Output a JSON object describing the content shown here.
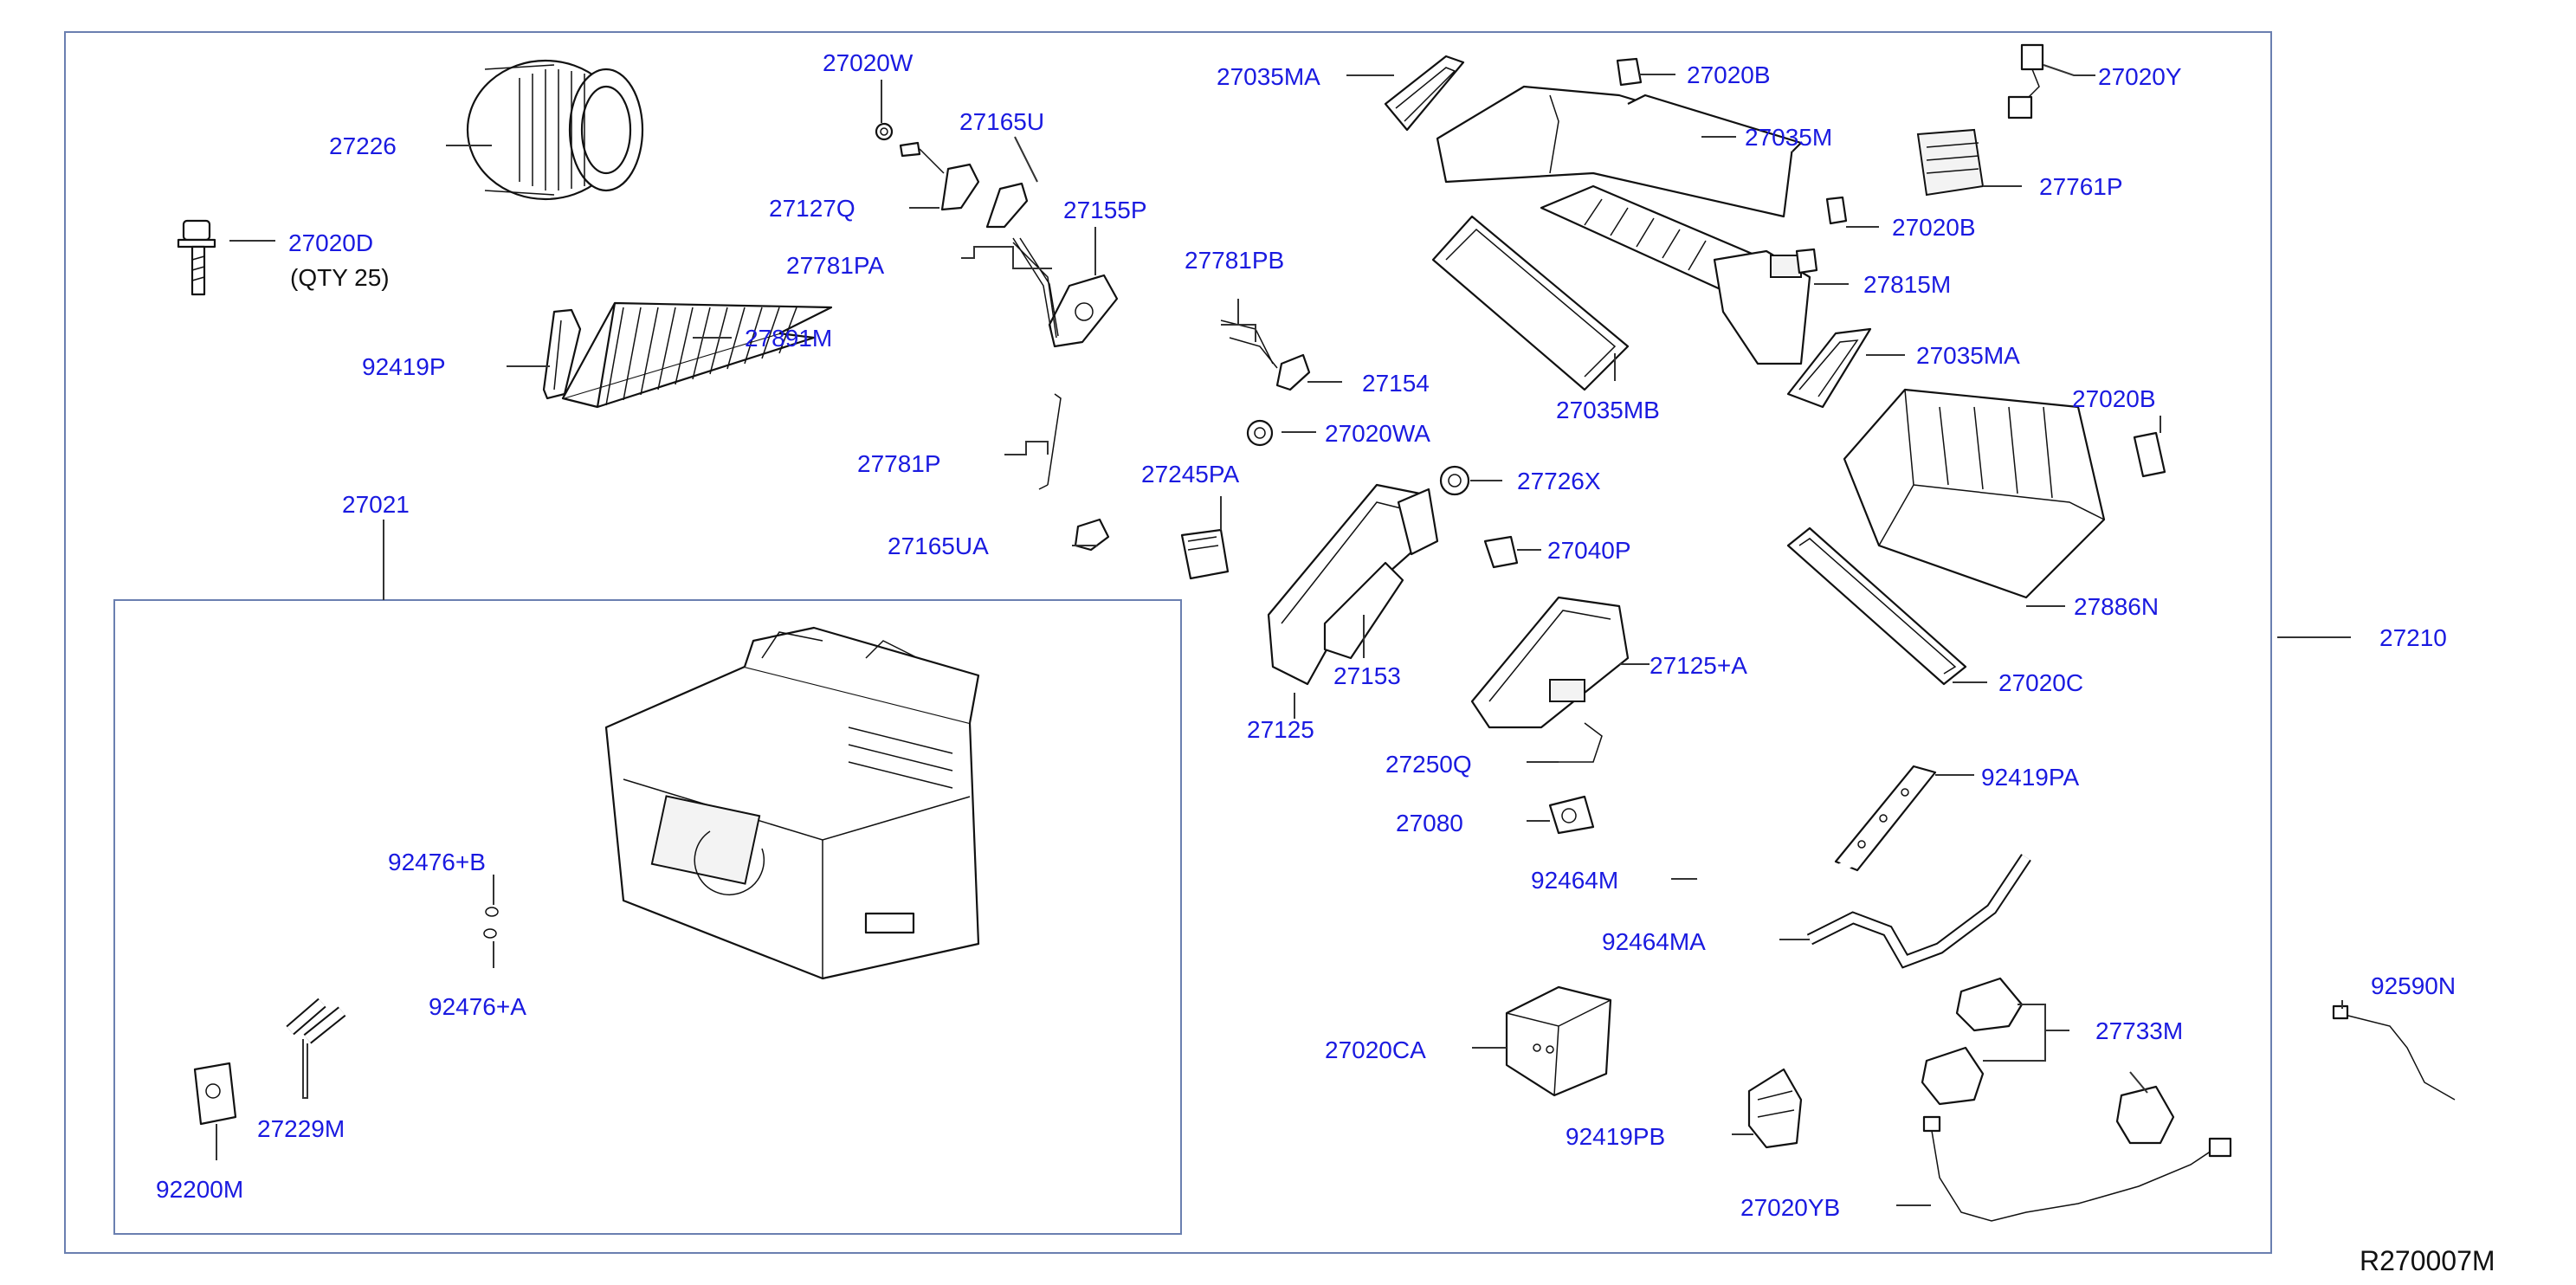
{
  "diagram": {
    "drawing_number": "R270007M",
    "parts": [
      {
        "id": "p27226",
        "label": "27226"
      },
      {
        "id": "p27020D",
        "label": "27020D"
      },
      {
        "id": "qty",
        "label": "(QTY   25)"
      },
      {
        "id": "p27891M",
        "label": "27891M"
      },
      {
        "id": "p92419P",
        "label": "92419P"
      },
      {
        "id": "p27021",
        "label": "27021"
      },
      {
        "id": "p27020W",
        "label": "27020W"
      },
      {
        "id": "p27165U",
        "label": "27165U"
      },
      {
        "id": "p27127Q",
        "label": "27127Q"
      },
      {
        "id": "p27155P",
        "label": "27155P"
      },
      {
        "id": "p27781PA",
        "label": "27781PA"
      },
      {
        "id": "p27781PB",
        "label": "27781PB"
      },
      {
        "id": "p27154",
        "label": "27154"
      },
      {
        "id": "p27020WA",
        "label": "27020WA"
      },
      {
        "id": "p27781P",
        "label": "27781P"
      },
      {
        "id": "p27245PA",
        "label": "27245PA"
      },
      {
        "id": "p27165UA",
        "label": "27165UA"
      },
      {
        "id": "p27035MA_top",
        "label": "27035MA"
      },
      {
        "id": "p27020B_top",
        "label": "27020B"
      },
      {
        "id": "p27035M",
        "label": "27035M"
      },
      {
        "id": "p27020Y",
        "label": "27020Y"
      },
      {
        "id": "p27761P",
        "label": "27761P"
      },
      {
        "id": "p27020B_mid",
        "label": "27020B"
      },
      {
        "id": "p27815M",
        "label": "27815M"
      },
      {
        "id": "p27035MA_mid",
        "label": "27035MA"
      },
      {
        "id": "p27035MB",
        "label": "27035MB"
      },
      {
        "id": "p27020B_low",
        "label": "27020B"
      },
      {
        "id": "p27726X",
        "label": "27726X"
      },
      {
        "id": "p27040P",
        "label": "27040P"
      },
      {
        "id": "p27886N",
        "label": "27886N"
      },
      {
        "id": "p27210",
        "label": "27210"
      },
      {
        "id": "p27125A",
        "label": "27125+A"
      },
      {
        "id": "p27153",
        "label": "27153"
      },
      {
        "id": "p27125",
        "label": "27125"
      },
      {
        "id": "p27020C",
        "label": "27020C"
      },
      {
        "id": "p27250Q",
        "label": "27250Q"
      },
      {
        "id": "p92419PA",
        "label": "92419PA"
      },
      {
        "id": "p27080",
        "label": "27080"
      },
      {
        "id": "p92464M",
        "label": "92464M"
      },
      {
        "id": "p92464MA",
        "label": "92464MA"
      },
      {
        "id": "p92476B",
        "label": "92476+B"
      },
      {
        "id": "p92476A",
        "label": "92476+A"
      },
      {
        "id": "p27229M",
        "label": "27229M"
      },
      {
        "id": "p92200M",
        "label": "92200M"
      },
      {
        "id": "p27020CA",
        "label": "27020CA"
      },
      {
        "id": "p92419PB",
        "label": "92419PB"
      },
      {
        "id": "p27733M",
        "label": "27733M"
      },
      {
        "id": "p27020YB",
        "label": "27020YB"
      },
      {
        "id": "p92590N",
        "label": "92590N"
      }
    ]
  },
  "colors": {
    "label": "#1a1ae0",
    "line": "#333333",
    "frame": "#6a7fb0"
  }
}
